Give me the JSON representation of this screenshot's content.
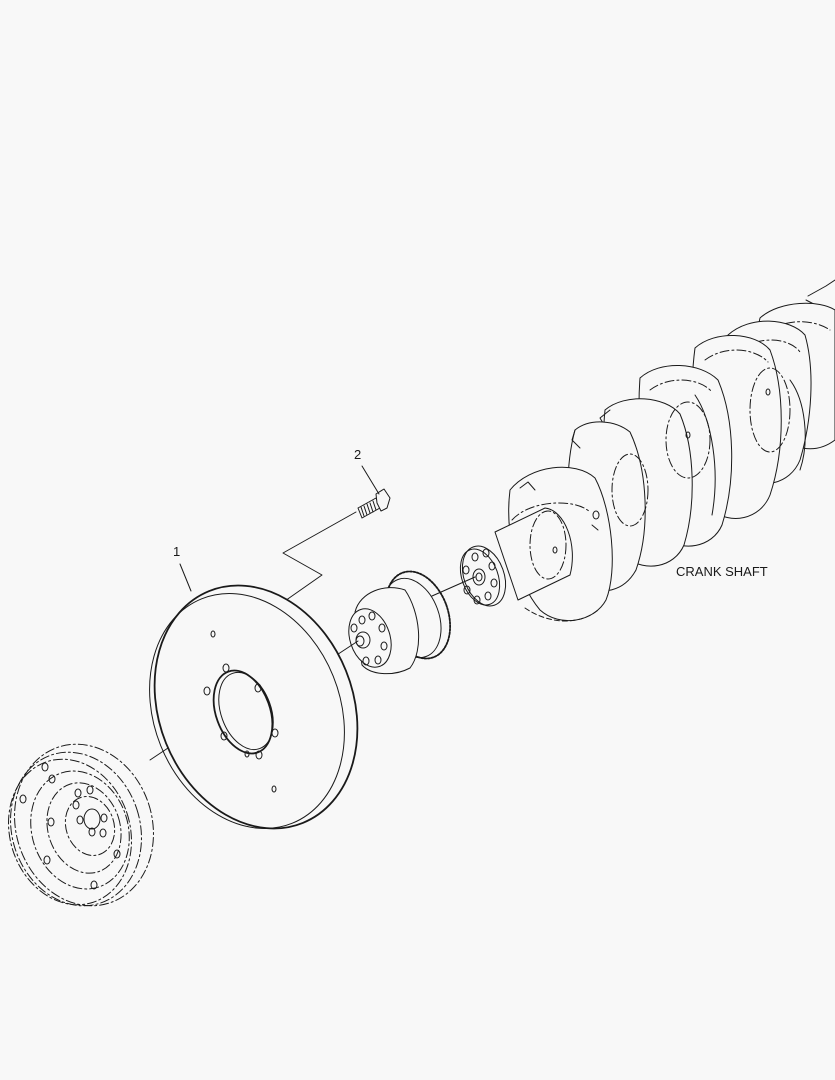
{
  "diagram": {
    "type": "exploded-parts-view",
    "background_color": "#f8f8f8",
    "line_color": "#1a1a1a",
    "callouts": [
      {
        "number": "1",
        "part": "crankshaft pulley / damper plate"
      },
      {
        "number": "2",
        "part": "bolt"
      }
    ],
    "labels": {
      "crank_shaft": "CRANK SHAFT"
    },
    "components": [
      "damper-pulley (phantom, dashed outline)",
      "damper-plate (callout 1)",
      "bolt (callout 2)",
      "crank-gear-hub",
      "crank-flange-plate",
      "crankshaft (phantom, dashed outline)"
    ]
  }
}
